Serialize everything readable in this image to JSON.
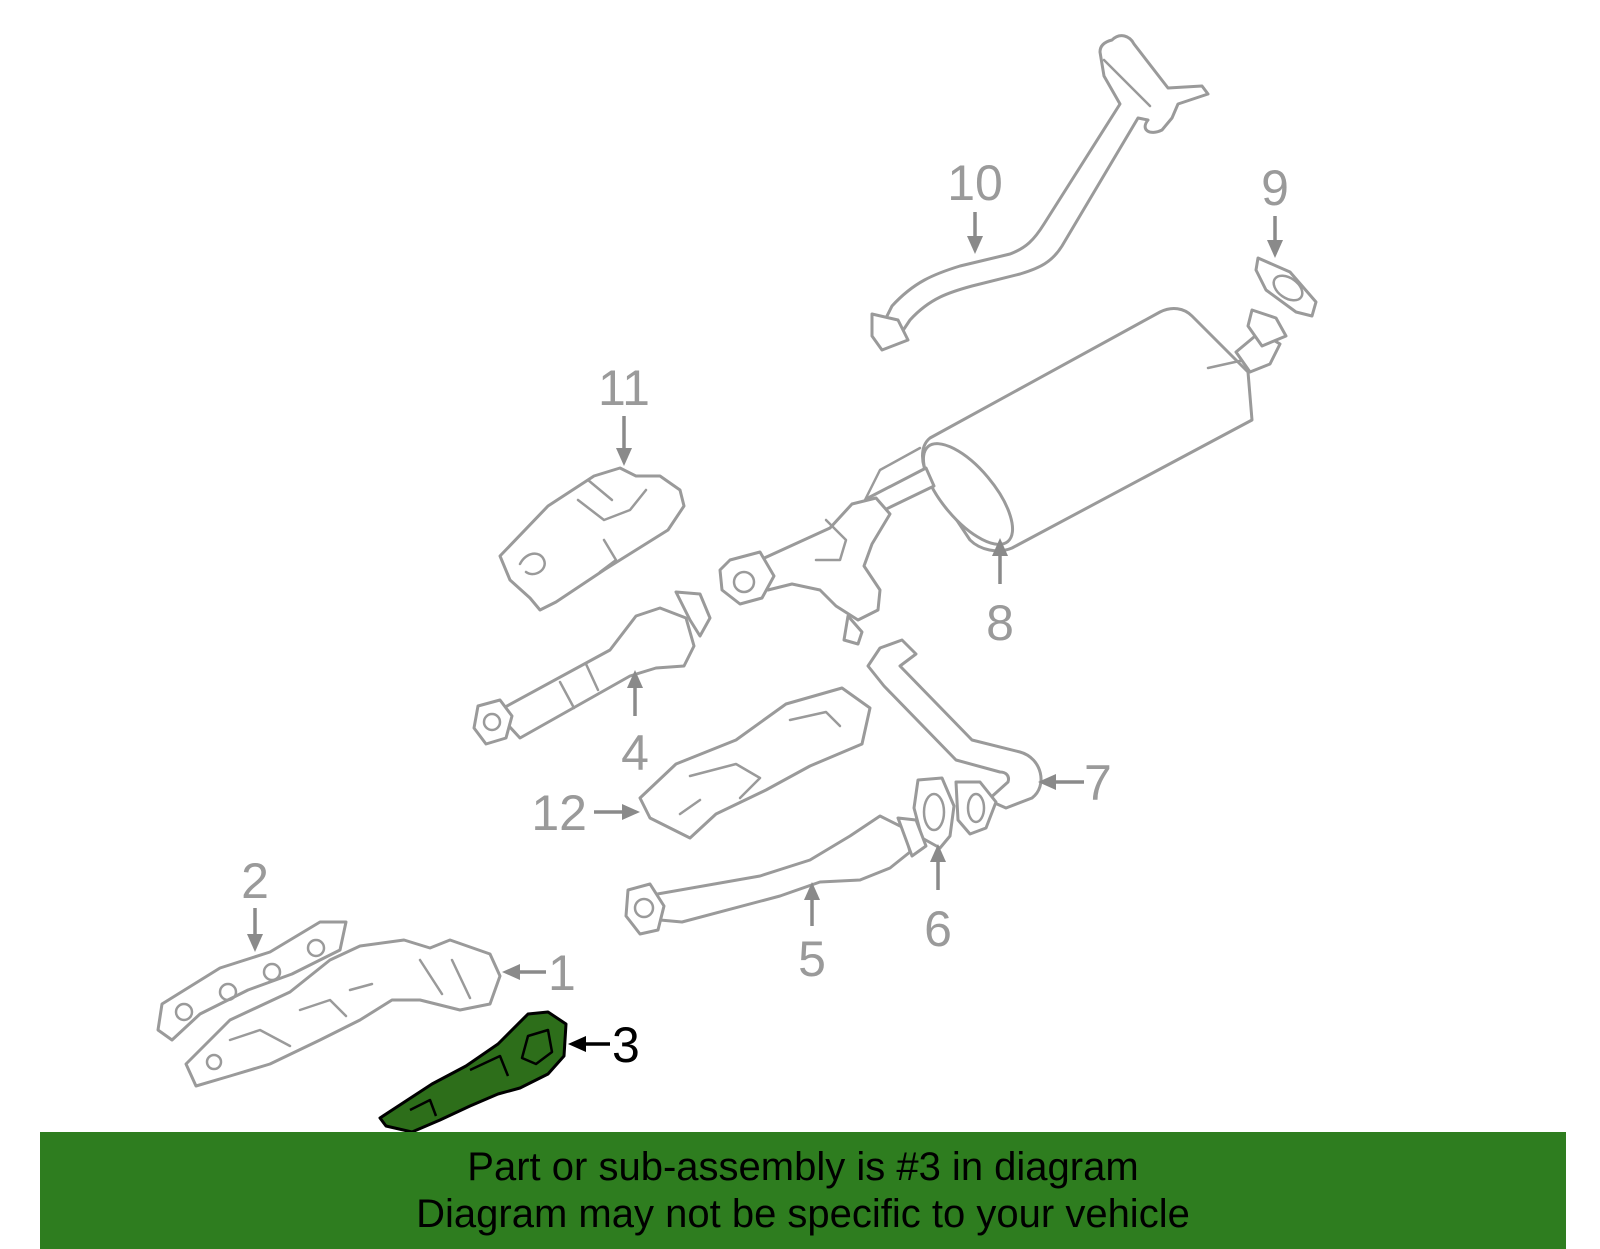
{
  "diagram": {
    "callouts": [
      {
        "id": "1",
        "label": "1"
      },
      {
        "id": "2",
        "label": "2"
      },
      {
        "id": "3",
        "label": "3",
        "highlighted": true
      },
      {
        "id": "4",
        "label": "4"
      },
      {
        "id": "5",
        "label": "5"
      },
      {
        "id": "6",
        "label": "6"
      },
      {
        "id": "7",
        "label": "7"
      },
      {
        "id": "8",
        "label": "8"
      },
      {
        "id": "9",
        "label": "9"
      },
      {
        "id": "10",
        "label": "10"
      },
      {
        "id": "11",
        "label": "11"
      },
      {
        "id": "12",
        "label": "12"
      }
    ],
    "highlight_color": "#2e7d1f",
    "part_line_color": "#9a9a9a"
  },
  "banner": {
    "line1": "Part or sub-assembly is #3 in diagram",
    "line2": "Diagram may not be specific to your vehicle",
    "background": "#2e7d1f"
  }
}
